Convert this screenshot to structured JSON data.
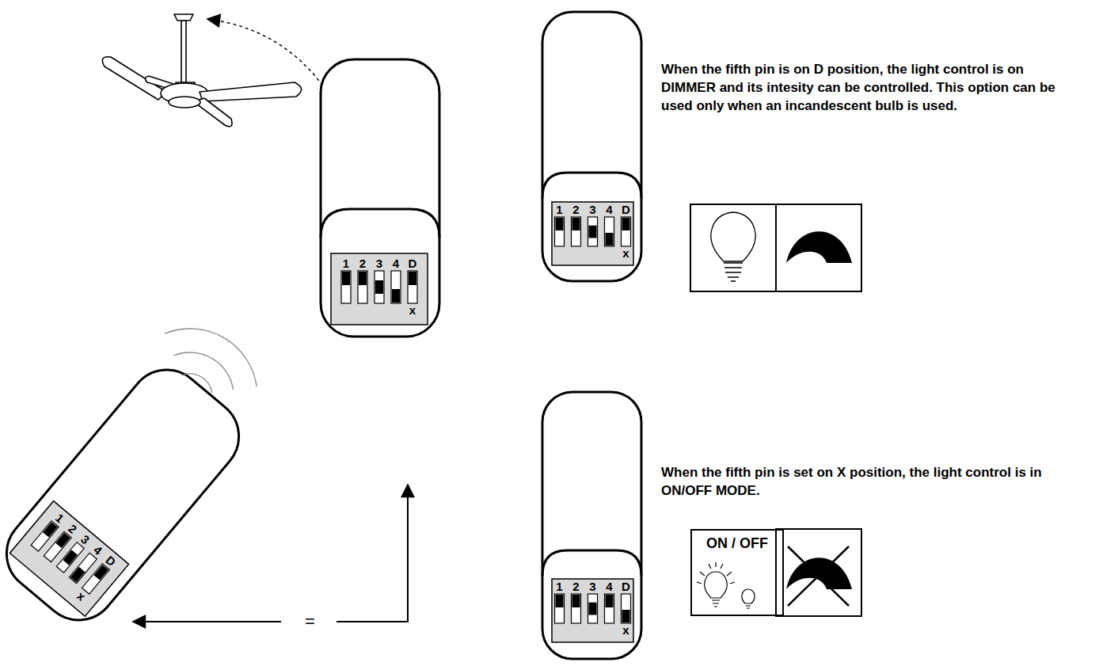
{
  "diagram": {
    "nodes": [
      {
        "text": [
          "ON / OFF"
        ]
      }
    ],
    "labels": [
      "When the fifth pin is on D position, the light control is on DIMMER and its intesity can be controlled. This option can be used only when an incandescent bulb is used.",
      "When the fifth pin is set on X position, the light control is in ON/OFF MODE.",
      "1",
      "2",
      "3",
      "4",
      "D",
      "x",
      "1",
      "2",
      "3",
      "4",
      "D",
      "x",
      "1",
      "2",
      "3",
      "4",
      "D",
      "x",
      "1",
      "2",
      "3",
      "4",
      "D",
      "x",
      "="
    ]
  }
}
